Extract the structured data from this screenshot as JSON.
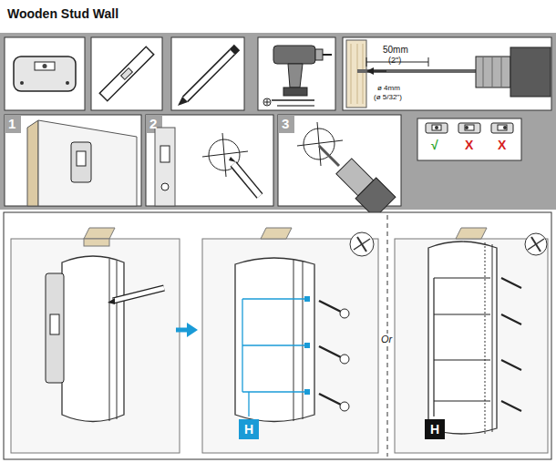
{
  "diagram": {
    "title": "Wooden Stud Wall",
    "nodes": [
      {
        "text": [
          "H"
        ]
      },
      {
        "text": [
          "H"
        ]
      }
    ],
    "labels": [
      "50mm",
      "(2\")",
      "ø 4mm",
      "(ø 5/32\")",
      "1",
      "2",
      "3",
      "√",
      "X",
      "X",
      "Or"
    ]
  }
}
